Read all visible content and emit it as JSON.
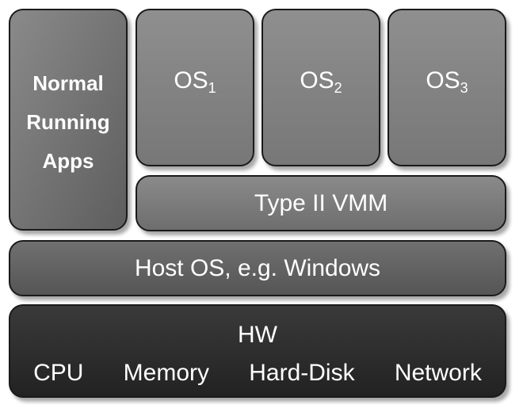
{
  "normal_apps": {
    "lines": [
      "Normal",
      "Running",
      "Apps"
    ]
  },
  "guest_os": [
    {
      "name": "OS",
      "sub": "1"
    },
    {
      "name": "OS",
      "sub": "2"
    },
    {
      "name": "OS",
      "sub": "3"
    }
  ],
  "vmm": {
    "label": "Type II VMM"
  },
  "host_os": {
    "label": "Host OS, e.g. Windows"
  },
  "hardware": {
    "title": "HW",
    "components": [
      "CPU",
      "Memory",
      "Hard-Disk",
      "Network"
    ]
  }
}
